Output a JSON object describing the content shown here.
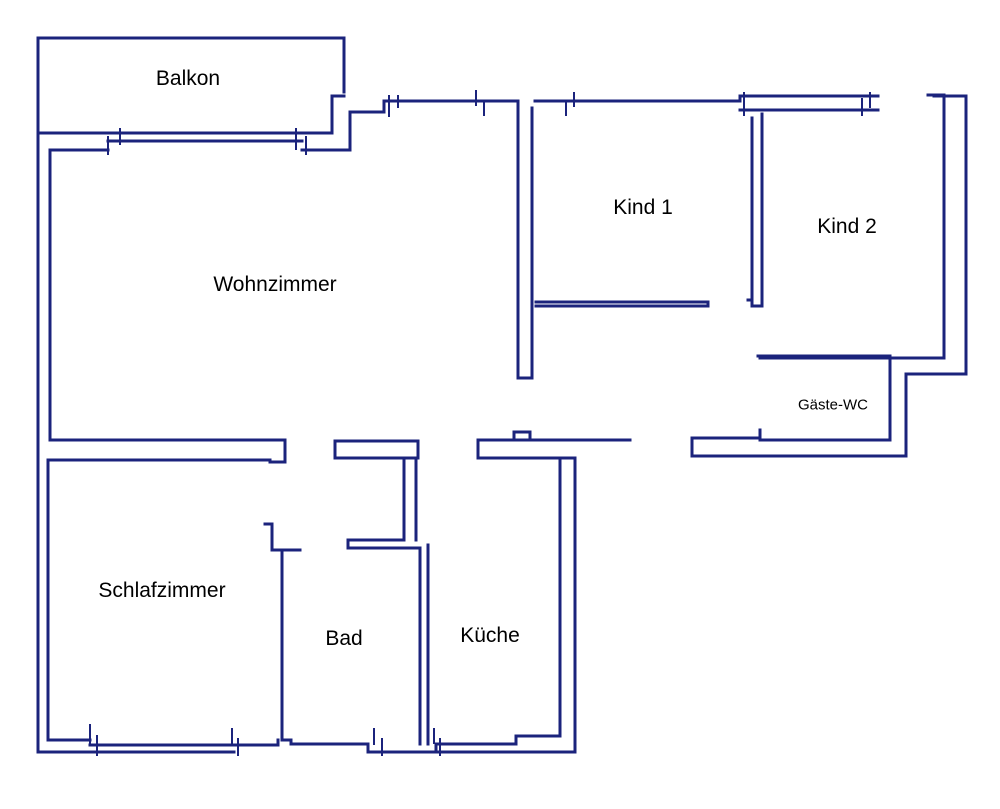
{
  "colors": {
    "wall": "#1b237c",
    "background": "#ffffff",
    "text": "#000000"
  },
  "rooms": {
    "balkon": "Balkon",
    "wohnzimmer": "Wohnzimmer",
    "kind1": "Kind 1",
    "kind2": "Kind 2",
    "gaeste_wc": "Gäste-WC",
    "schlafzimmer": "Schlafzimmer",
    "bad": "Bad",
    "kueche": "Küche"
  }
}
